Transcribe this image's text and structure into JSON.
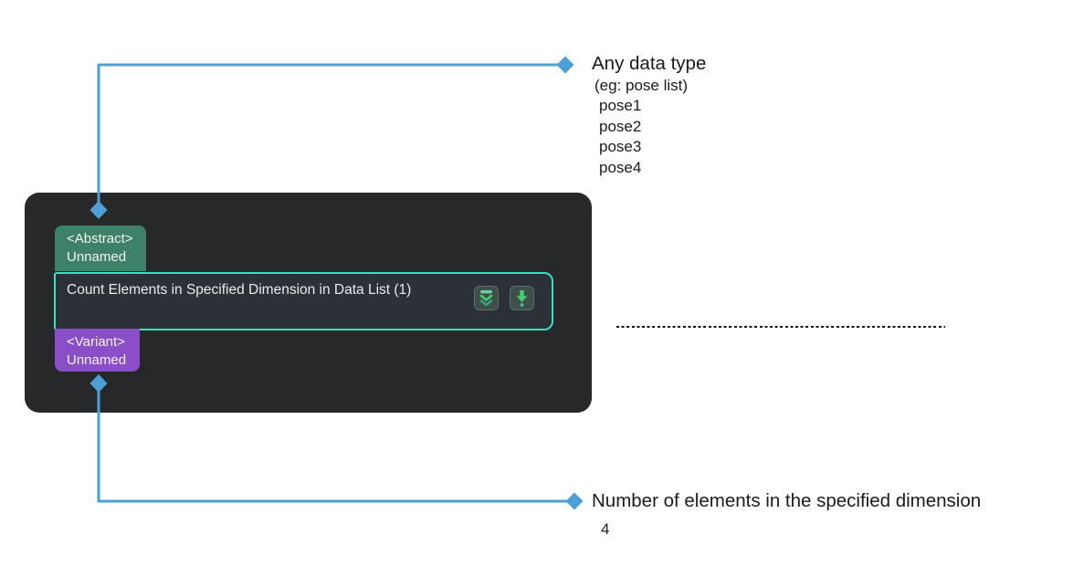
{
  "node": {
    "title": "Count Elements in Specified Dimension in Data List (1)",
    "input_port": {
      "type_label": "<Abstract>",
      "name_label": "Unnamed"
    },
    "output_port": {
      "type_label": "<Variant>",
      "name_label": "Unnamed"
    },
    "icons": {
      "collapse_icon": "double-chevron-down-collapse",
      "insert_icon": "arrow-down-with-dot"
    }
  },
  "annotations": {
    "input": {
      "title": "Any data type",
      "subtitle": "(eg: pose list)",
      "items": [
        "pose1",
        "pose2",
        "pose3",
        "pose4"
      ]
    },
    "output": {
      "title": "Number of elements in the specified dimension",
      "value": "4"
    }
  },
  "colors": {
    "node_background": "#26282a",
    "selection_border_teal": "#36e0c2",
    "input_badge_green": "#3d8168",
    "output_badge_purple": "#8a4fc8",
    "connector_blue": "#4d9fd8",
    "icon_green": "#42d06e",
    "icon_teal": "#5dbd9b"
  }
}
